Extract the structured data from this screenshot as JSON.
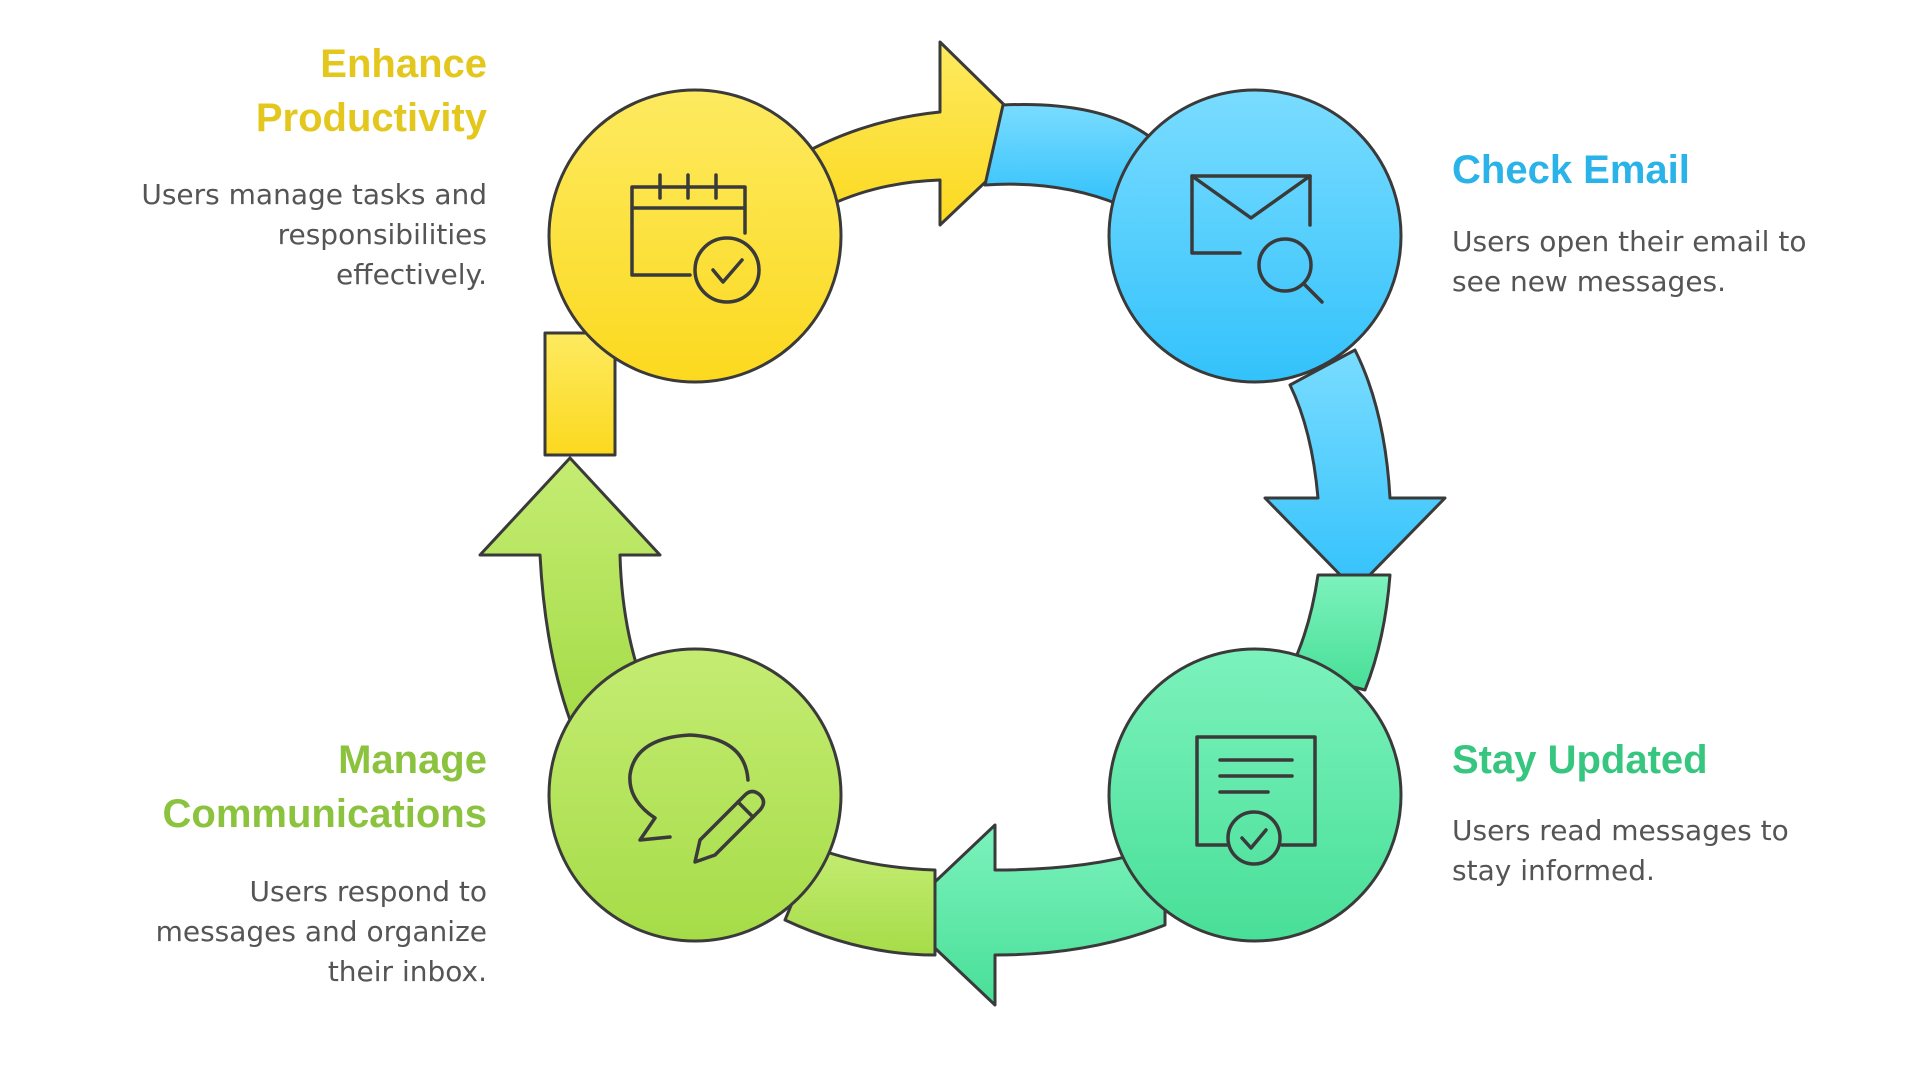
{
  "colors": {
    "yellow": "#fde14a",
    "blue": "#55ccff",
    "teal": "#5ee8a8",
    "green": "#b3e35a",
    "title_yellow": "#e4c71c",
    "title_blue": "#29b3e8",
    "title_teal": "#37c67f",
    "title_green": "#8cc33e",
    "outline": "#3a3a3a",
    "text": "#555555"
  },
  "steps": {
    "enhance": {
      "title_line1": "Enhance",
      "title_line2": "Productivity",
      "desc_line1": "Users manage tasks and",
      "desc_line2": "responsibilities",
      "desc_line3": "effectively.",
      "icon": "calendar-check-icon"
    },
    "check": {
      "title": "Check Email",
      "desc_line1": "Users open their email to",
      "desc_line2": "see new messages.",
      "icon": "envelope-search-icon"
    },
    "stay": {
      "title": "Stay Updated",
      "desc_line1": "Users read messages to",
      "desc_line2": "stay informed.",
      "icon": "document-check-icon"
    },
    "manage": {
      "title_line1": "Manage",
      "title_line2": "Communications",
      "desc_line1": "Users respond to",
      "desc_line2": "messages and organize",
      "desc_line3": "their inbox.",
      "icon": "chat-pencil-icon"
    }
  }
}
